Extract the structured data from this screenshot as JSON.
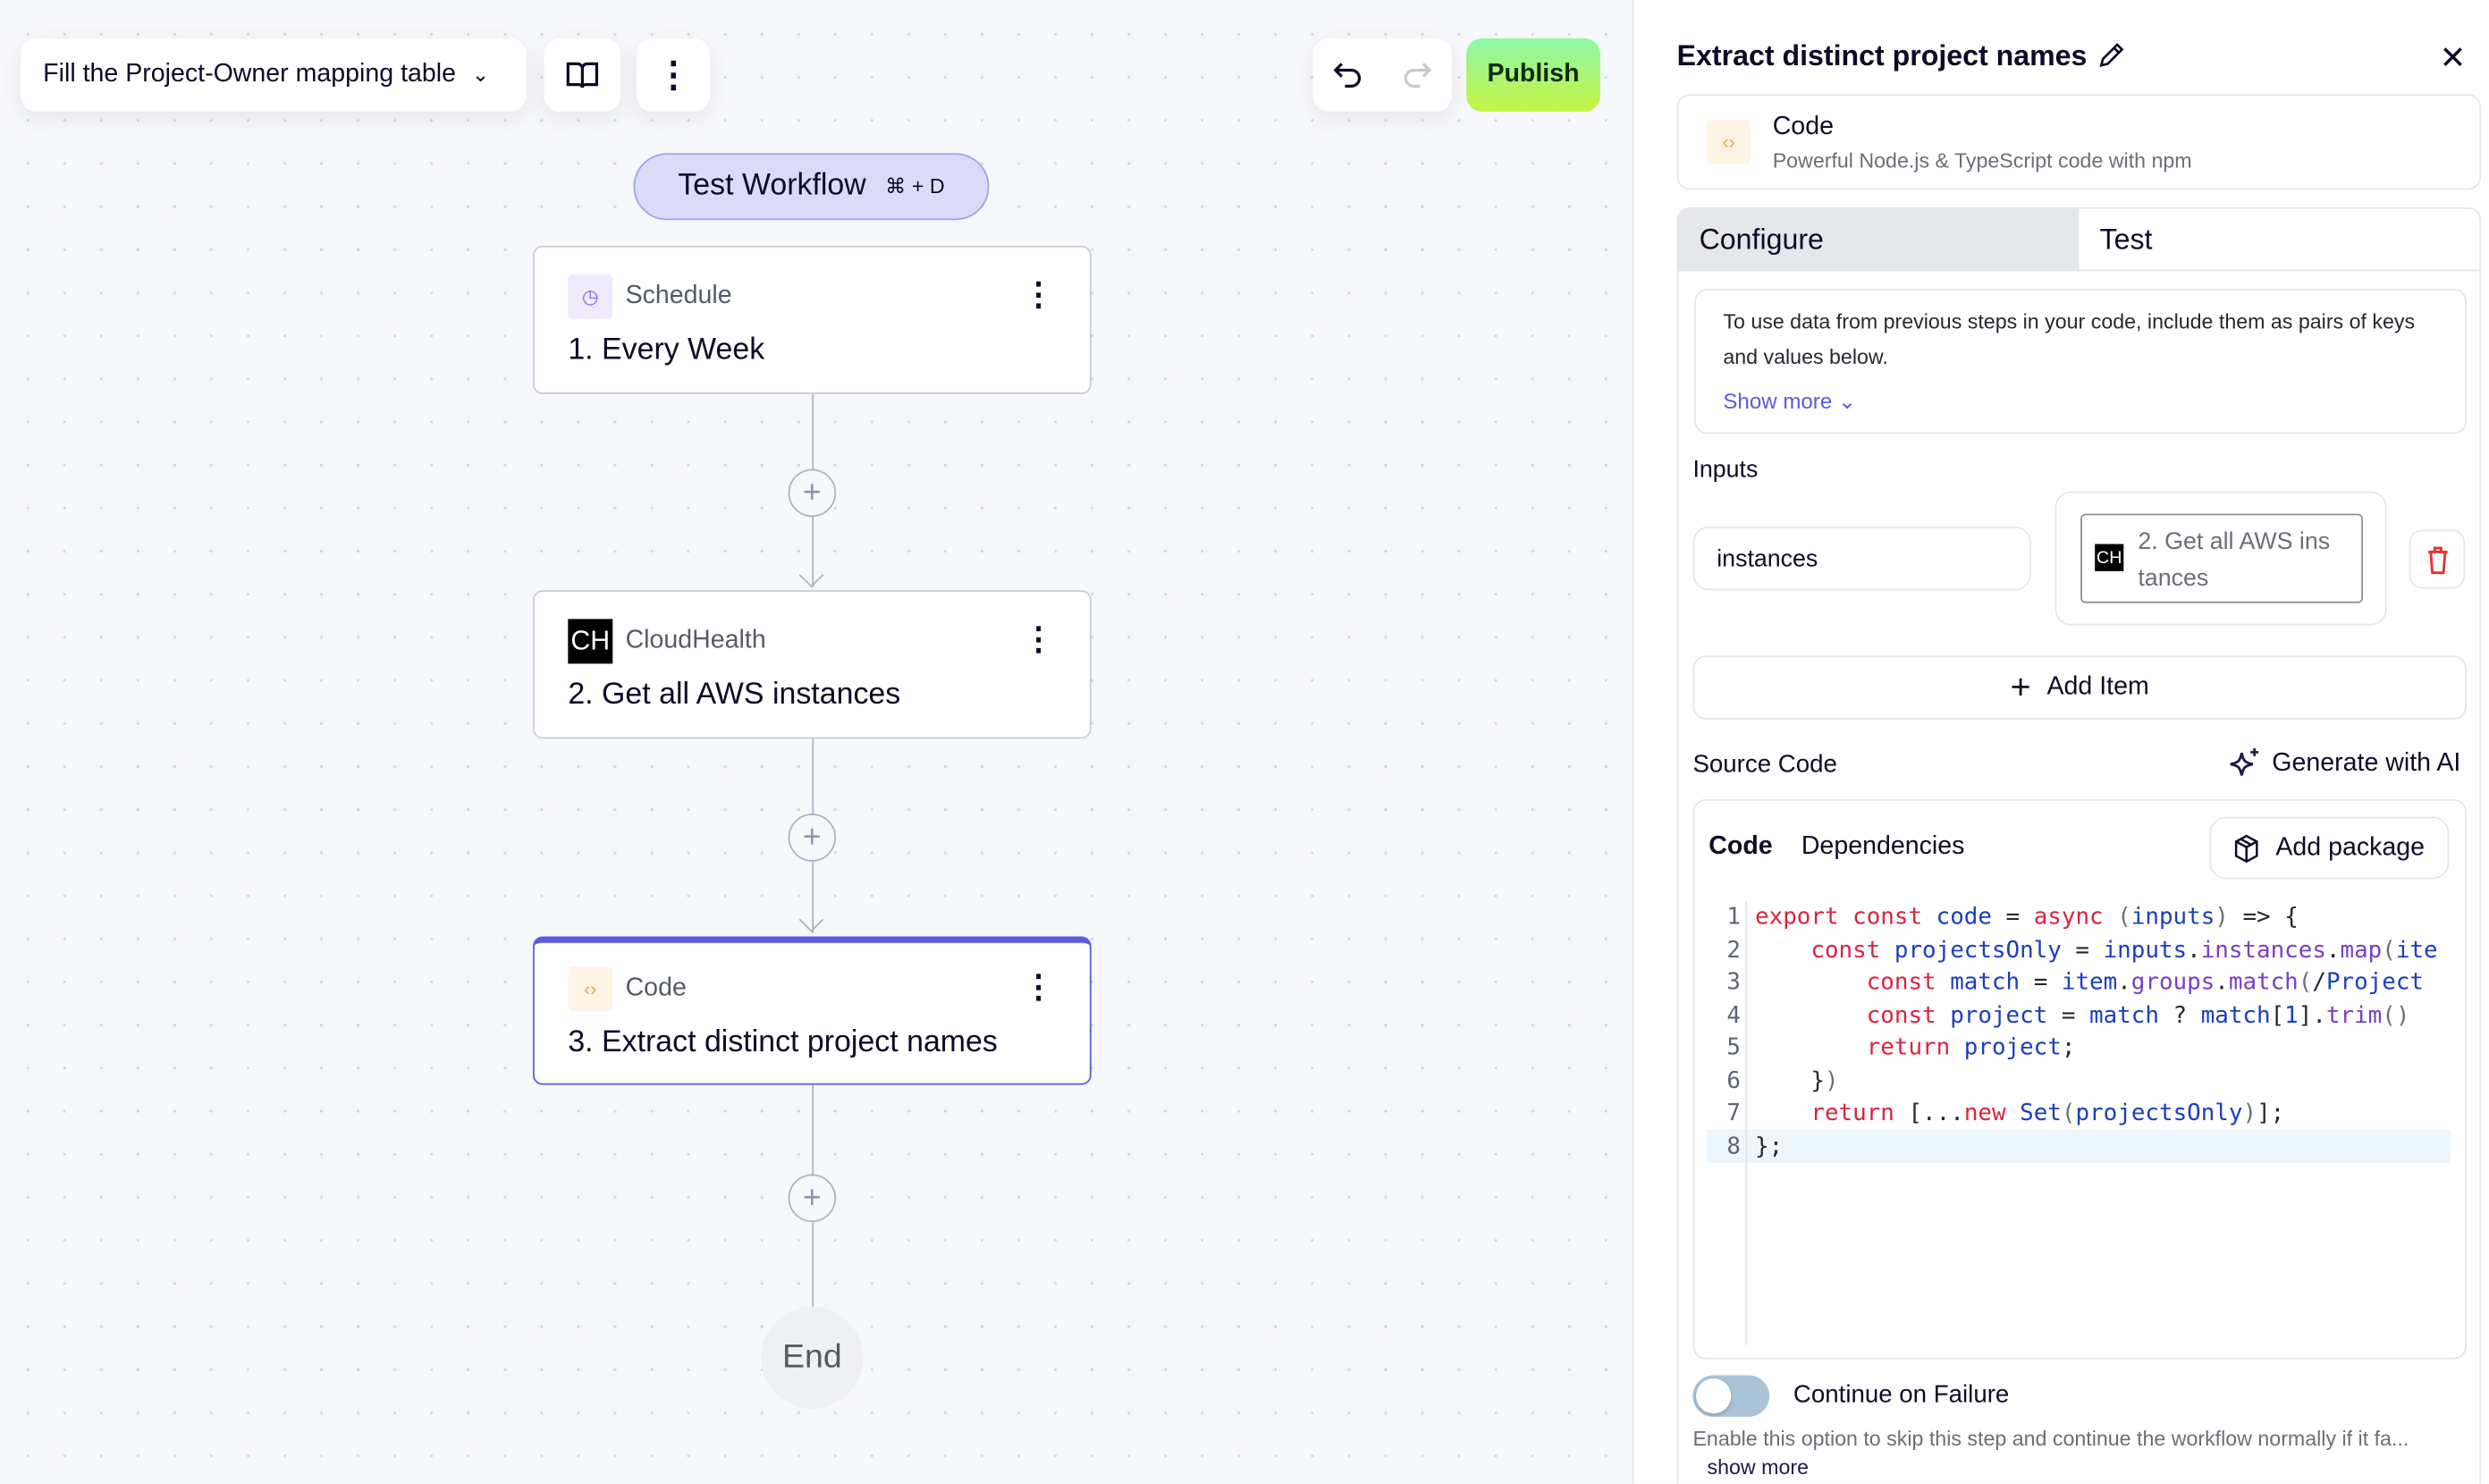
{
  "toolbar": {
    "workflow_name": "Fill the Project-Owner mapping table",
    "publish_label": "Publish",
    "test_workflow_label": "Test Workflow",
    "test_shortcut": "⌘ + D"
  },
  "colors": {
    "publish_gradient": [
      "#8ef7a8",
      "#c4f542"
    ],
    "test_pill": "#dadcf7",
    "active_node_border": "#5a5ce0"
  },
  "nodes": [
    {
      "type": "Schedule",
      "title": "1. Every Week",
      "icon": "clock-icon"
    },
    {
      "type": "CloudHealth",
      "title": "2. Get all AWS instances",
      "icon": "CH"
    },
    {
      "type": "Code",
      "title": "3. Extract distinct project names",
      "icon": "code-icon"
    }
  ],
  "end_label": "End",
  "panel": {
    "title": "Extract distinct project names",
    "piece_name": "Code",
    "piece_desc": "Powerful Node.js & TypeScript code with npm",
    "tabs": [
      "Configure",
      "Test"
    ],
    "info_text": "To use data from previous steps in your code, include them as pairs of keys and values below.",
    "show_more": "Show more",
    "inputs_label": "Inputs",
    "input_key": "instances",
    "input_value_icon": "CH",
    "input_value": "2. Get all AWS ins tances",
    "add_item": "Add Item",
    "source_code_label": "Source Code",
    "generate_ai": "Generate with AI",
    "code_tabs": [
      "Code",
      "Dependencies"
    ],
    "add_package": "Add package",
    "code_lines": [
      "export const code = async (inputs) => {",
      "    const projectsOnly = inputs.instances.map(ite",
      "        const match = item.groups.match(/Project",
      "        const project = match ? match[1].trim()",
      "        return project;",
      "    })",
      "    return [...new Set(projectsOnly)];",
      "};"
    ],
    "continue_label": "Continue on Failure",
    "continue_enabled": false,
    "continue_desc": "Enable this option to skip this step and continue the workflow normally if it fa...",
    "continue_show_more": "show more"
  }
}
